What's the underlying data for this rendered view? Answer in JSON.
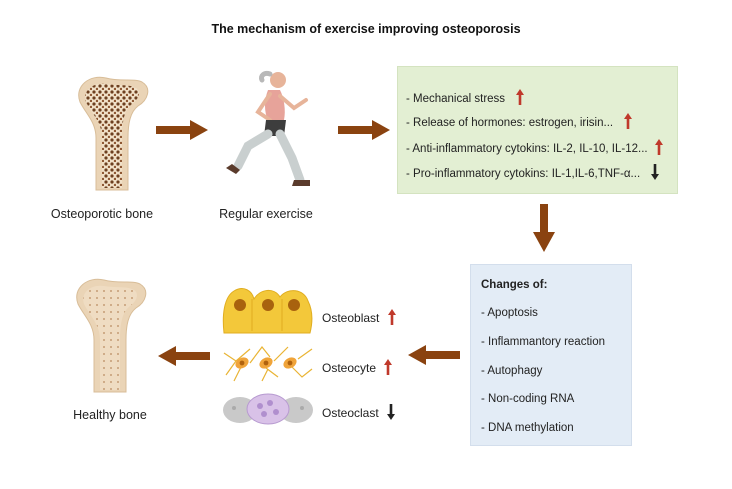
{
  "title": "The mechanism of exercise improving osteoporosis",
  "osteoporotic_bone": {
    "label": "Osteoporotic bone"
  },
  "regular_exercise": {
    "label": "Regular exercise"
  },
  "effects": {
    "items": [
      {
        "text": "- Mechanical stress",
        "direction": "up"
      },
      {
        "text": "- Release of hormones: estrogen, irisin...",
        "direction": "up"
      },
      {
        "text": "- Anti-inflammatory cytokins: IL-2, IL-10, IL-12...",
        "direction": "up"
      },
      {
        "text": "- Pro-inflammatory cytokins: IL-1,IL-6,TNF-α...",
        "direction": "down"
      }
    ]
  },
  "changes": {
    "heading": "Changes of:",
    "items": [
      "- Apoptosis",
      "- Inflammantory reaction",
      "- Autophagy",
      "- Non-coding RNA",
      "- DNA methylation"
    ]
  },
  "cells": {
    "osteoblast": {
      "label": "Osteoblast",
      "direction": "up"
    },
    "osteocyte": {
      "label": "Osteocyte",
      "direction": "up"
    },
    "osteoclast": {
      "label": "Osteoclast",
      "direction": "down"
    }
  },
  "healthy_bone": {
    "label": "Healthy bone"
  },
  "colors": {
    "flow_arrow": "#8a4310",
    "up_arrow": "#c0392b",
    "down_arrow": "#222222",
    "effects_box": "#e3efd3",
    "changes_box": "#e3ecf6",
    "bone_outer": "#ecd9c0",
    "bone_porous": "#7a4a26",
    "osteoblast_cell": "#f3c83a",
    "osteocyte_cell": "#f0a43a",
    "osteoclast_cell": "#c9c9c9",
    "osteoclast_nucleus": "#d9c2e8"
  }
}
